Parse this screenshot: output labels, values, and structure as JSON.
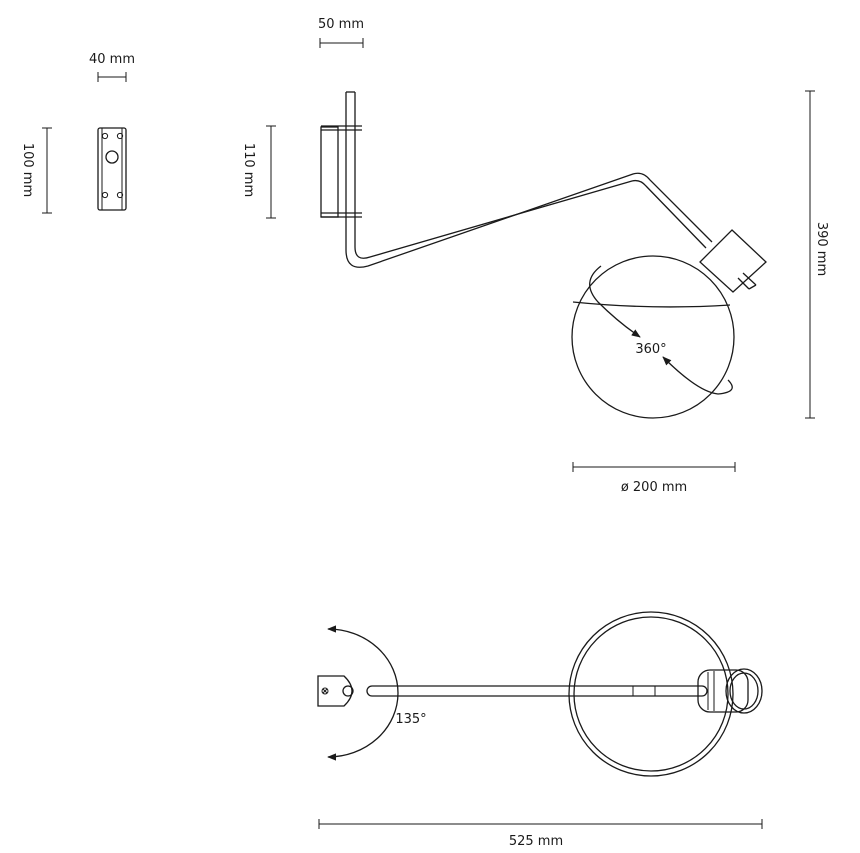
{
  "labels": {
    "plate_width": "40 mm",
    "plate_height": "100 mm",
    "bracket_width": "50 mm",
    "bracket_height": "110 mm",
    "total_height": "390 mm",
    "globe_rotation": "360°",
    "globe_diameter": "ø 200 mm",
    "swing_angle": "135°",
    "total_length": "525 mm"
  },
  "colors": {
    "line": "#1a1a1a",
    "background": "#ffffff"
  }
}
